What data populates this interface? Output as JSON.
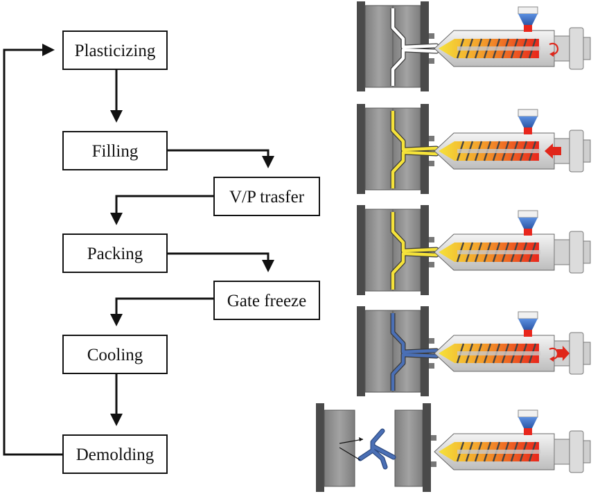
{
  "flowchart": {
    "steps": [
      {
        "id": "plasticizing",
        "label": "Plasticizing"
      },
      {
        "id": "filling",
        "label": "Filling"
      },
      {
        "id": "vp-transfer",
        "label": "V/P trasfer"
      },
      {
        "id": "packing",
        "label": "Packing"
      },
      {
        "id": "gate-freeze",
        "label": "Gate freeze"
      },
      {
        "id": "cooling",
        "label": "Cooling"
      },
      {
        "id": "demolding",
        "label": "Demolding"
      }
    ]
  },
  "illustration": {
    "stages": [
      {
        "stage": "plasticizing",
        "cavity_fill": "empty",
        "screw_motion": "rotate"
      },
      {
        "stage": "filling",
        "cavity_fill": "molten",
        "screw_motion": "forward"
      },
      {
        "stage": "packing",
        "cavity_fill": "molten",
        "screw_motion": "hold"
      },
      {
        "stage": "cooling",
        "cavity_fill": "solid",
        "screw_motion": "rotate-and-retract"
      },
      {
        "stage": "demolding",
        "cavity_fill": "ejected",
        "screw_motion": "none"
      }
    ]
  },
  "colors": {
    "mold": "#8e8e8e",
    "mold_dark": "#4a4a4a",
    "barrel": "#e4e4e4",
    "hopper": "#3d6fc4",
    "molten": "#f5e23a",
    "solid_part": "#4a6fb5",
    "hot": "#e8261c",
    "arrow_red": "#e0261a",
    "line": "#111111"
  }
}
